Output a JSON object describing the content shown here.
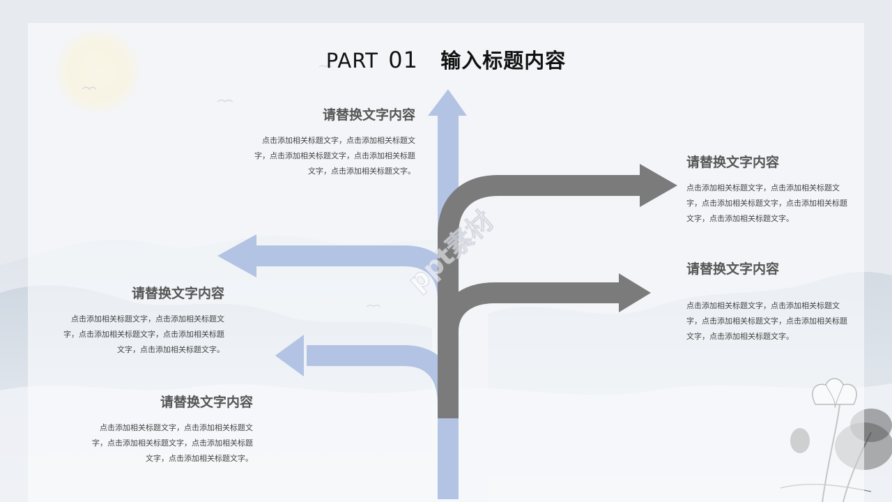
{
  "title": {
    "part": "PART",
    "number": "01",
    "main": "输入标题内容"
  },
  "blocks": {
    "top_left": {
      "heading": "请替换文字内容",
      "body": "点击添加相关标题文字，点击添加相关标题文字，点击添加相关标题文字，点击添加相关标题文字，点击添加相关标题文字。"
    },
    "mid_left": {
      "heading": "请替换文字内容",
      "body": "点击添加相关标题文字，点击添加相关标题文字，点击添加相关标题文字，点击添加相关标题文字，点击添加相关标题文字。"
    },
    "bottom_left": {
      "heading": "请替换文字内容",
      "body": "点击添加相关标题文字，点击添加相关标题文字，点击添加相关标题文字，点击添加相关标题文字，点击添加相关标题文字。"
    },
    "top_right": {
      "heading": "请替换文字内容",
      "body": "点击添加相关标题文字，点击添加相关标题文字，点击添加相关标题文字，点击添加相关标题文字，点击添加相关标题文字。"
    },
    "mid_right": {
      "heading": "请替换文字内容",
      "body": "点击添加相关标题文字，点击添加相关标题文字，点击添加相关标题文字，点击添加相关标题文字，点击添加相关标题文字。"
    }
  },
  "watermark": "ppt素材",
  "colors": {
    "blue_arrow": "#b3c3e4",
    "gray_arrow": "#7b7b7b",
    "sun": "#f6e8b8"
  }
}
